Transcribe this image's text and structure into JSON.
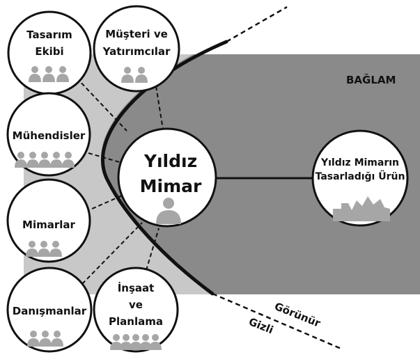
{
  "context_label": "BAĞLAM",
  "star_architect": {
    "line1": "Yıldız",
    "line2": "Mimar"
  },
  "product": {
    "line1": "Yıldız Mimarın",
    "line2": "Tasarladığı Ürün"
  },
  "visible_label": "Görünür",
  "hidden_label": "Gizli",
  "groups": [
    {
      "lines": [
        "Tasarım",
        "Ekibi"
      ]
    },
    {
      "lines": [
        "Müşteri ve",
        "Yatırımcılar"
      ]
    },
    {
      "lines": [
        "Mühendisler"
      ]
    },
    {
      "lines": [
        "Mimarlar"
      ]
    },
    {
      "lines": [
        "Danışmanlar"
      ]
    },
    {
      "lines": [
        "İnşaat",
        "ve",
        "Planlama"
      ]
    }
  ],
  "colors": {
    "context_dark": "#8a8a8a",
    "context_light": "#c8c8c8",
    "circle_fill": "#ffffff",
    "outline": "#111111",
    "figure": "#a6a6a6"
  }
}
